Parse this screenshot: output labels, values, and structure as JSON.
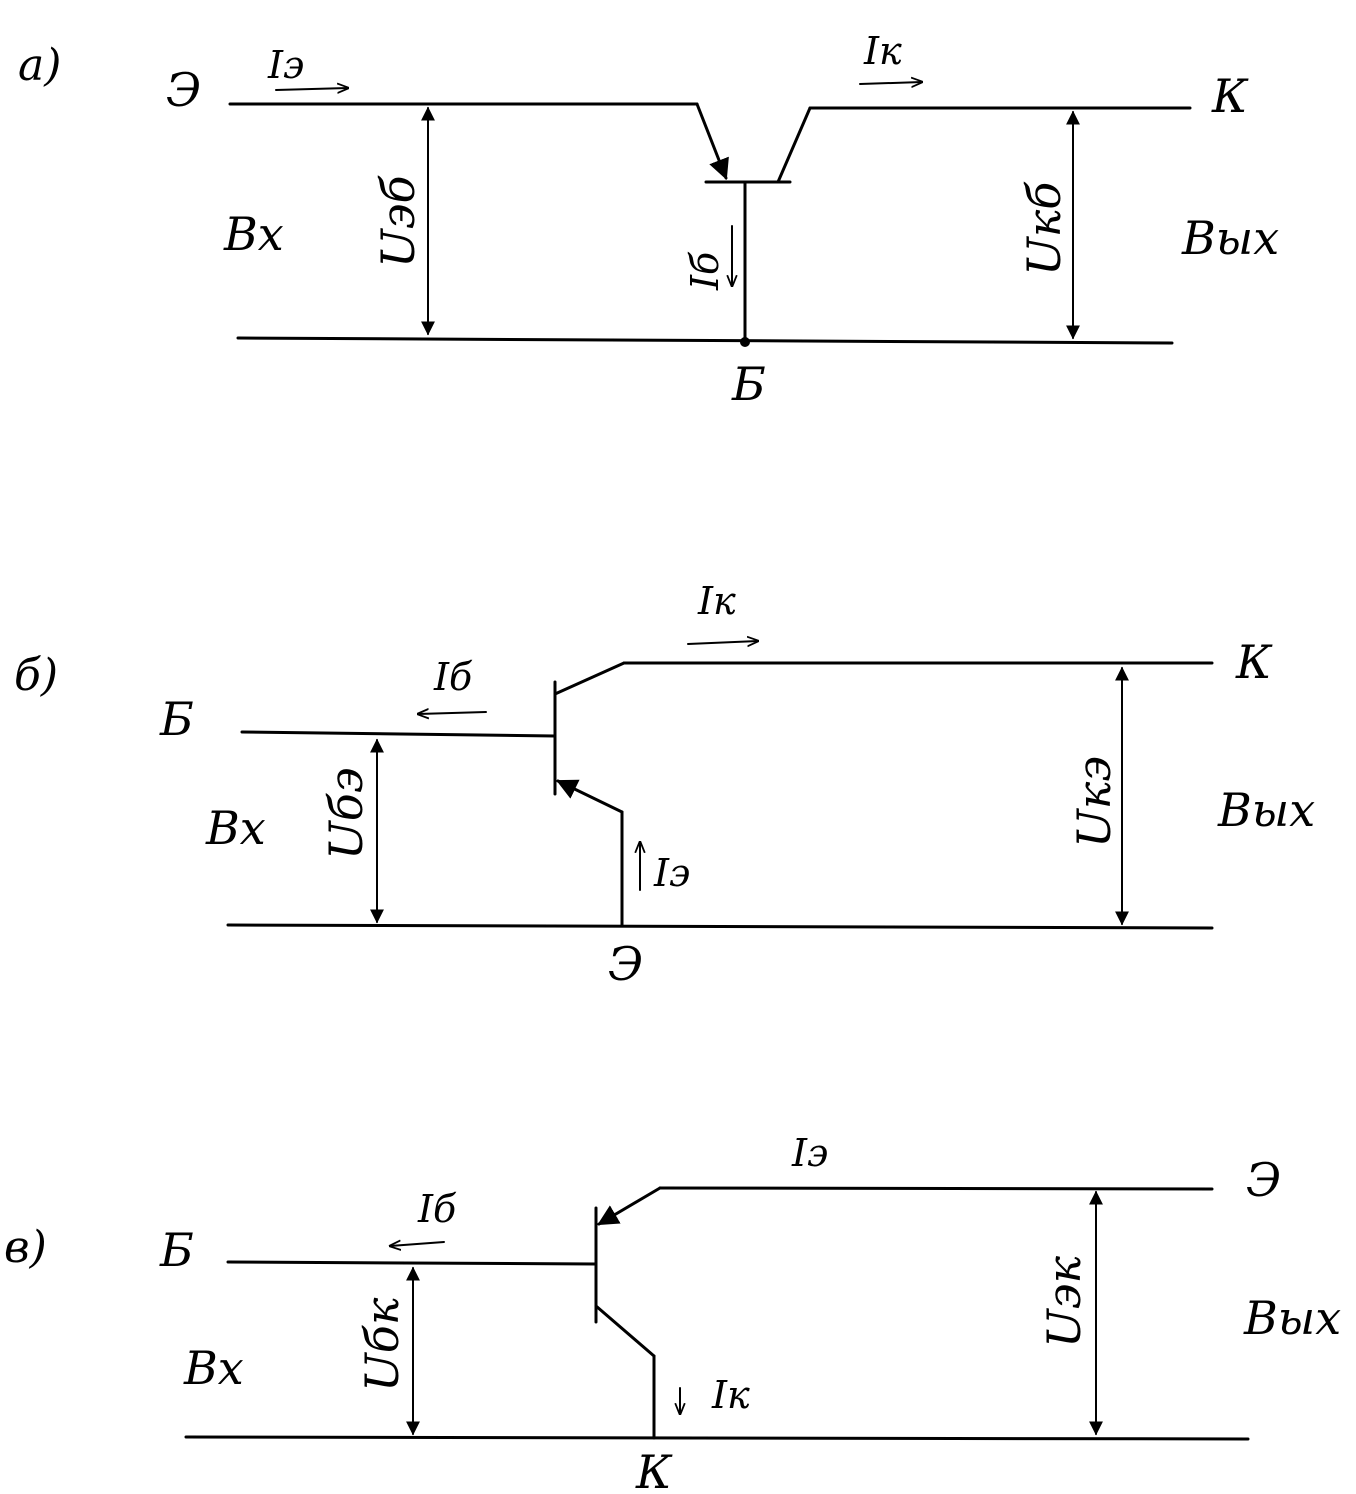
{
  "diagram_a": {
    "tag": "а)",
    "emitter_node": "Э",
    "collector_node": "К",
    "base_node": "Б",
    "input_label": "Вх",
    "output_label": "Вых",
    "current_emitter": "Iэ",
    "current_collector": "Iк",
    "current_base": "Iб",
    "voltage_in": "Uэб",
    "voltage_out": "Uкб"
  },
  "diagram_b": {
    "tag": "б)",
    "base_node": "Б",
    "collector_node": "К",
    "emitter_node": "Э",
    "input_label": "Вх",
    "output_label": "Вых",
    "current_collector": "Iк",
    "current_base": "Iб",
    "current_emitter": "Iэ",
    "voltage_in": "Uбэ",
    "voltage_out": "Uкэ"
  },
  "diagram_c": {
    "tag": "в)",
    "base_node": "Б",
    "emitter_node": "Э",
    "collector_node": "К",
    "input_label": "Вх",
    "output_label": "Вых",
    "current_emitter": "Iэ",
    "current_base": "Iб",
    "current_collector": "Iк",
    "voltage_in": "Uбк",
    "voltage_out": "Uэк"
  }
}
